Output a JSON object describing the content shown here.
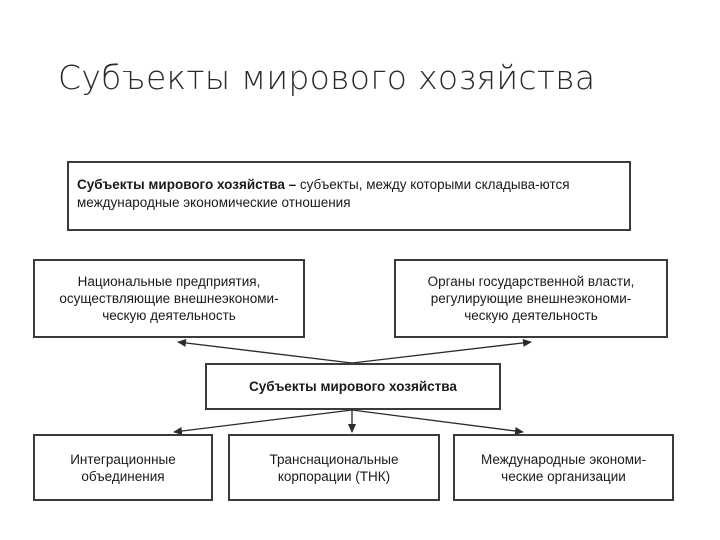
{
  "slide": {
    "title": "Субъекты мирового хозяйства"
  },
  "definition": {
    "term": "Субъекты мирового хозяйства –",
    "text": " субъекты, между которыми складыва-ются международные экономические отношения"
  },
  "boxes": {
    "national_enterprises": "Национальные предприятия,\nосуществляющие внешнеэкономи-\nческую деятельность",
    "state_bodies": "Органы государственной власти,\nрегулирующие внешнеэкономи-\nческую деятельность",
    "center": "Субъекты мирового хозяйства",
    "integration": "Интеграционные\nобъединения",
    "tnc": "Транснациональные\nкорпорации (ТНК)",
    "international_orgs": "Международные экономи-\nческие организации"
  }
}
